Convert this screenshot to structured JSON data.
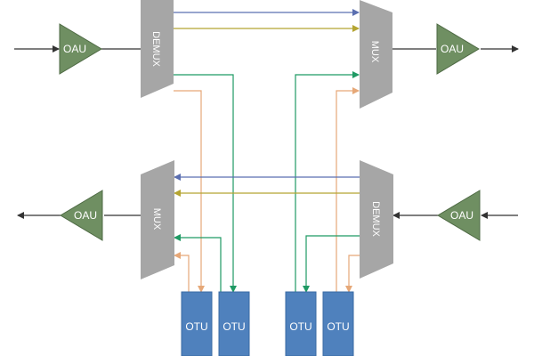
{
  "labels": {
    "oau": "OAU",
    "demux": "DEMUX",
    "mux": "MUX",
    "otu": "OTU"
  },
  "colors": {
    "amplifier_fill": "#6f8f62",
    "amplifier_stroke": "#4e6a44",
    "mux_fill": "#a6a6a6",
    "otu_fill": "#4f81bd",
    "otu_stroke": "#3a6aa3",
    "line_blue": "#5b6fb0",
    "line_olive": "#b5a532",
    "line_green": "#1f9a64",
    "line_orange": "#e6a878",
    "arrow_black": "#333333"
  }
}
